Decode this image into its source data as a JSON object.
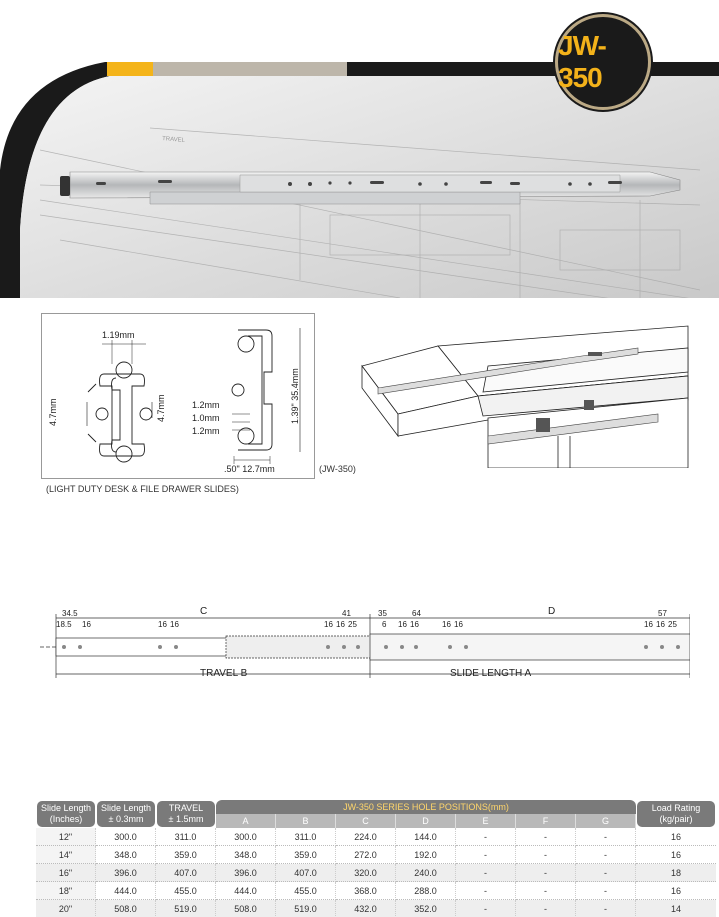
{
  "model": {
    "badge": "JW-350"
  },
  "hero": {
    "travel_label": "TRAVEL"
  },
  "profile": {
    "dims": {
      "d1": "1.19mm",
      "d2": "4.7mm",
      "d3": "4.7mm",
      "d4": "1.2mm",
      "d5": "1.0mm",
      "d6": "1.2mm",
      "d7": "1.39\" 35.4mm",
      "d8": ".50\" 12.7mm"
    },
    "caption": "(LIGHT DUTY DESK & FILE DRAWER SLIDES)",
    "model_caption": "(JW-350)"
  },
  "linear": {
    "labels": {
      "c": "C",
      "d": "D",
      "n345": "34.5",
      "n185": "18.5",
      "n16a": "16",
      "n16b": "16",
      "n16c": "16",
      "n41": "41",
      "n16d": "16",
      "n16e": "16",
      "n25a": "25",
      "n35": "35",
      "n64": "64",
      "n6": "6",
      "n16f": "16",
      "n16g": "16",
      "n16h": "16",
      "n16i": "16",
      "n57": "57",
      "n16j": "16",
      "n16k": "16",
      "n25b": "25"
    },
    "travel": "TRAVEL B",
    "slide_length": "SLIDE LENGTH A"
  },
  "table": {
    "headers": {
      "slide_inches": [
        "Slide Length",
        "(Inches)"
      ],
      "slide_mm": [
        "Slide Length",
        "± 0.3mm"
      ],
      "travel": [
        "TRAVEL",
        "± 1.5mm"
      ],
      "group": "JW-350 SERIES HOLE POSITIONS(mm)",
      "cols": [
        "A",
        "B",
        "C",
        "D",
        "E",
        "F",
        "G"
      ],
      "load": [
        "Load Rating",
        "(kg/pair)"
      ]
    },
    "rows": [
      [
        "12\"",
        "300.0",
        "311.0",
        "300.0",
        "311.0",
        "224.0",
        "144.0",
        "-",
        "-",
        "-",
        "16"
      ],
      [
        "14\"",
        "348.0",
        "359.0",
        "348.0",
        "359.0",
        "272.0",
        "192.0",
        "-",
        "-",
        "-",
        "16"
      ],
      [
        "16\"",
        "396.0",
        "407.0",
        "396.0",
        "407.0",
        "320.0",
        "240.0",
        "-",
        "-",
        "-",
        "18"
      ],
      [
        "18\"",
        "444.0",
        "455.0",
        "444.0",
        "455.0",
        "368.0",
        "288.0",
        "-",
        "-",
        "-",
        "16"
      ],
      [
        "20\"",
        "508.0",
        "519.0",
        "508.0",
        "519.0",
        "432.0",
        "352.0",
        "-",
        "-",
        "-",
        "14"
      ]
    ]
  }
}
